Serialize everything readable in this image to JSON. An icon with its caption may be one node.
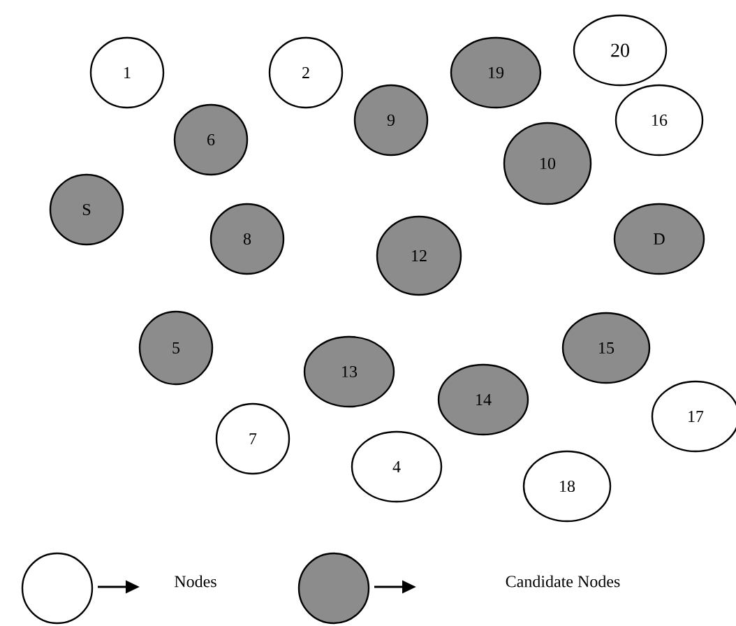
{
  "diagram": {
    "nodes": [
      {
        "text": [
          "20"
        ]
      },
      {
        "text": [
          "1"
        ]
      },
      {
        "text": [
          "2"
        ]
      },
      {
        "text": [
          "19"
        ]
      },
      {
        "text": [
          "9"
        ]
      },
      {
        "text": [
          "16"
        ]
      },
      {
        "text": [
          "6"
        ]
      },
      {
        "text": [
          "10"
        ]
      },
      {
        "text": [
          "S"
        ]
      },
      {
        "text": [
          "8"
        ]
      },
      {
        "text": [
          "D"
        ]
      },
      {
        "text": [
          "12"
        ]
      },
      {
        "text": [
          "5"
        ]
      },
      {
        "text": [
          "15"
        ]
      },
      {
        "text": [
          "13"
        ]
      },
      {
        "text": [
          "14"
        ]
      },
      {
        "text": [
          "17"
        ]
      },
      {
        "text": [
          "7"
        ]
      },
      {
        "text": [
          "4"
        ]
      },
      {
        "text": [
          "18"
        ]
      }
    ],
    "legend": [
      {
        "text": "Nodes"
      },
      {
        "text": "Candidate Nodes",
        "color": "#8c8c8c"
      }
    ]
  }
}
